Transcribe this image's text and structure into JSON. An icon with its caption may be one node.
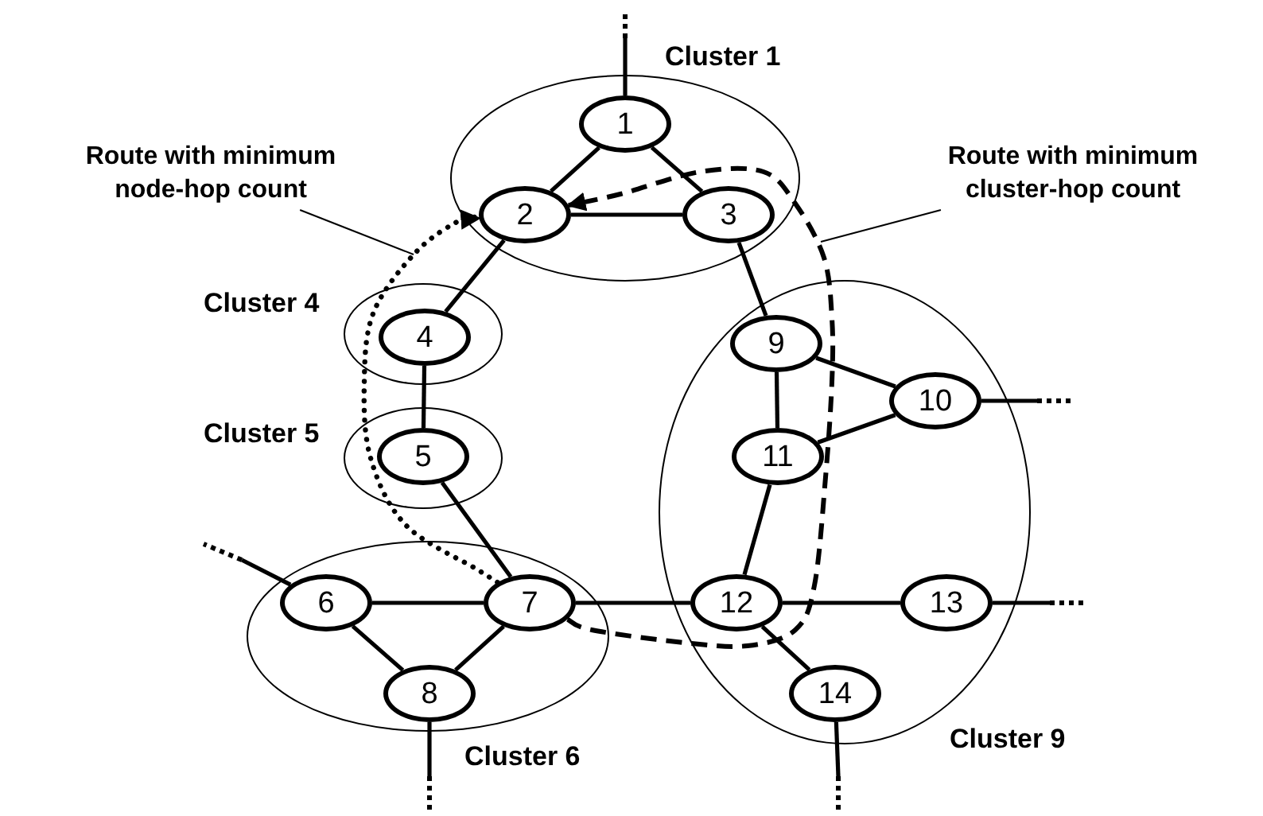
{
  "diagram": {
    "nodes": [
      {
        "text": [
          "Cluster 1"
        ]
      },
      {
        "text": [
          "1"
        ],
        "in": 0
      },
      {
        "text": [
          "2"
        ],
        "in": 0
      },
      {
        "text": [
          "3"
        ],
        "in": 0
      },
      {
        "text": [
          "Cluster 4"
        ]
      },
      {
        "text": [
          "4"
        ],
        "in": 4
      },
      {
        "text": [
          "Cluster 5"
        ]
      },
      {
        "text": [
          "5"
        ],
        "in": 6
      },
      {
        "text": [
          "Cluster 6"
        ]
      },
      {
        "text": [
          "6"
        ],
        "in": 8
      },
      {
        "text": [
          "7"
        ],
        "in": 8
      },
      {
        "text": [
          "8"
        ],
        "in": 8
      },
      {
        "text": [
          "Cluster 9"
        ]
      },
      {
        "text": [
          "9"
        ],
        "in": 12
      },
      {
        "text": [
          "10"
        ],
        "in": 12
      },
      {
        "text": [
          "11"
        ],
        "in": 12
      },
      {
        "text": [
          "12"
        ],
        "in": 12
      },
      {
        "text": [
          "13"
        ],
        "in": 12
      },
      {
        "text": [
          "14"
        ],
        "in": 12
      },
      {
        "text": [
          "Route with minimum node-hop count"
        ]
      },
      {
        "text": [
          "Route with minimum cluster-hop count"
        ]
      }
    ],
    "edges": [
      {
        "from": 1,
        "to": 2,
        "arrow": "none"
      },
      {
        "from": 1,
        "to": 3,
        "arrow": "none"
      },
      {
        "from": 2,
        "to": 3,
        "arrow": "none"
      },
      {
        "from": 2,
        "to": 5,
        "arrow": "none"
      },
      {
        "from": 5,
        "to": 7,
        "arrow": "none"
      },
      {
        "from": 7,
        "to": 10,
        "arrow": "none"
      },
      {
        "from": 9,
        "to": 10,
        "arrow": "none"
      },
      {
        "from": 9,
        "to": 11,
        "arrow": "none"
      },
      {
        "from": 10,
        "to": 11,
        "arrow": "none"
      },
      {
        "from": 10,
        "to": 16,
        "arrow": "none"
      },
      {
        "from": 3,
        "to": 13,
        "arrow": "none"
      },
      {
        "from": 13,
        "to": 14,
        "arrow": "none"
      },
      {
        "from": 13,
        "to": 15,
        "arrow": "none"
      },
      {
        "from": 14,
        "to": 15,
        "arrow": "none"
      },
      {
        "from": 15,
        "to": 16,
        "arrow": "none"
      },
      {
        "from": 16,
        "to": 17,
        "arrow": "none"
      },
      {
        "from": 16,
        "to": 18,
        "arrow": "none"
      },
      {
        "from": 1,
        "to": null,
        "arrow": "none"
      },
      {
        "from": 14,
        "to": null,
        "arrow": "none"
      },
      {
        "from": 17,
        "to": null,
        "arrow": "none"
      },
      {
        "from": 9,
        "to": null,
        "arrow": "none"
      },
      {
        "from": 11,
        "to": null,
        "arrow": "none"
      },
      {
        "from": 18,
        "to": null,
        "arrow": "none"
      },
      {
        "from": 10,
        "to": 2,
        "arrow": "to",
        "style": "dashed"
      },
      {
        "from": 10,
        "to": 2,
        "arrow": "to",
        "style": "dashed"
      },
      {
        "from": 19,
        "to": null,
        "arrow": "none"
      },
      {
        "from": 20,
        "to": null,
        "arrow": "none"
      }
    ]
  }
}
